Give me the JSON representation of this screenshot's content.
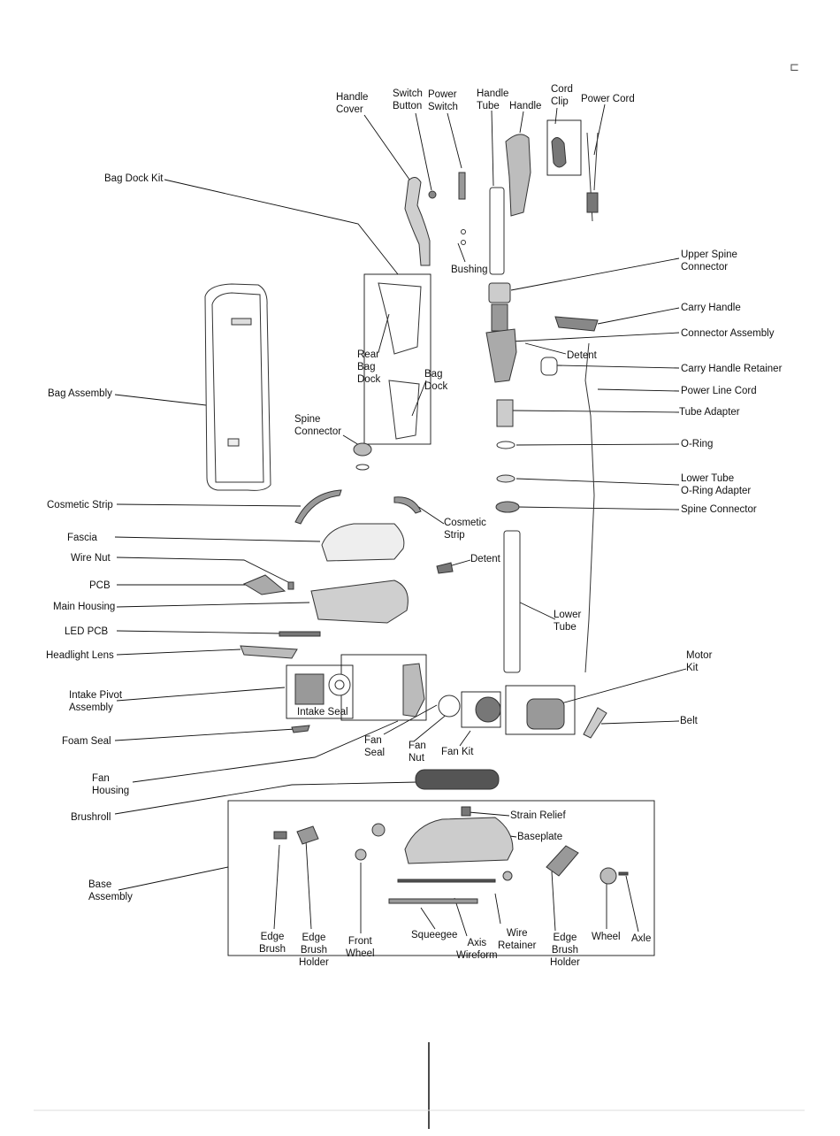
{
  "corner_mark": "⊏",
  "labels": {
    "handle_cover": "Handle\nCover",
    "switch_button": "Switch\nButton",
    "power_switch": "Power\nSwitch",
    "handle_tube": "Handle\nTube",
    "handle": "Handle",
    "cord_clip": "Cord\nClip",
    "power_cord": "Power Cord",
    "bag_dock_kit": "Bag Dock Kit",
    "bushing": "Bushing",
    "upper_spine_connector": "Upper Spine\nConnector",
    "carry_handle": "Carry Handle",
    "connector_assembly": "Connector Assembly",
    "detent_upper": "Detent",
    "carry_handle_retainer": "Carry Handle Retainer",
    "power_line_cord": "Power Line Cord",
    "tube_adapter": "Tube Adapter",
    "o_ring": "O-Ring",
    "lower_tube_o_ring_adapter": "Lower Tube\nO-Ring Adapter",
    "spine_connector_right": "Spine Connector",
    "rear_bag_dock": "Rear\nBag\nDock",
    "bag_dock": "Bag\nDock",
    "bag_assembly": "Bag Assembly",
    "spine_connector_left": "Spine\nConnector",
    "cosmetic_strip_left": "Cosmetic Strip",
    "cosmetic_strip_right": "Cosmetic\nStrip",
    "fascia": "Fascia",
    "detent_lower": "Detent",
    "wire_nut": "Wire Nut",
    "pcb": "PCB",
    "main_housing": "Main Housing",
    "lower_tube": "Lower\nTube",
    "led_pcb": "LED PCB",
    "headlight_lens": "Headlight Lens",
    "motor_kit": "Motor\nKit",
    "intake_pivot_assembly": "Intake Pivot\nAssembly",
    "intake_seal": "Intake Seal",
    "belt": "Belt",
    "foam_seal": "Foam Seal",
    "fan_seal": "Fan\nSeal",
    "fan_nut": "Fan\nNut",
    "fan_kit": "Fan Kit",
    "fan_housing": "Fan\nHousing",
    "brushroll": "Brushroll",
    "strain_relief": "Strain Relief",
    "baseplate": "Baseplate",
    "base_assembly": "Base\nAssembly",
    "edge_brush_left": "Edge\nBrush",
    "edge_brush_holder_left": "Edge\nBrush\nHolder",
    "front_wheel": "Front\nWheel",
    "squeegee": "Squeegee",
    "axis_wireform": "Axis\nWireform",
    "wire_retainer": "Wire\nRetainer",
    "edge_brush_holder_right": "Edge\nBrush\nHolder",
    "wheel": "Wheel",
    "axle": "Axle"
  },
  "colors": {
    "ink": "#111111",
    "part": "#333333",
    "fill": "#d8d8d8",
    "dark": "#555555"
  }
}
